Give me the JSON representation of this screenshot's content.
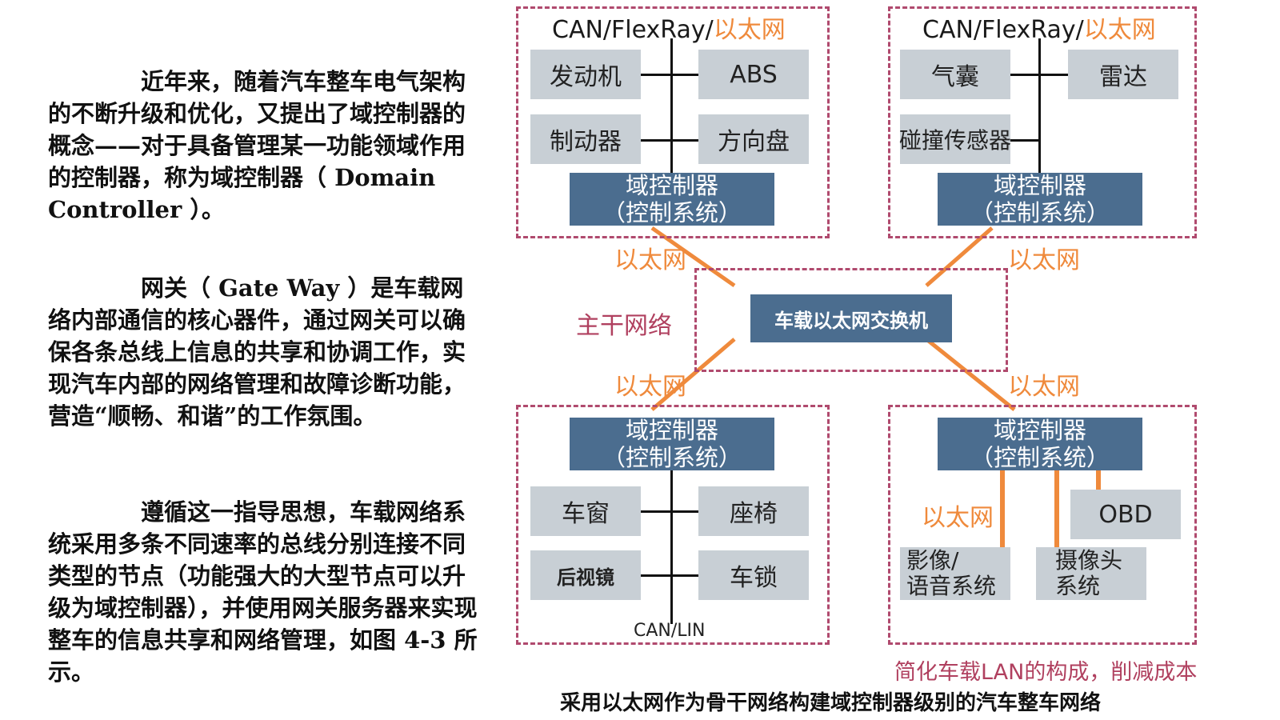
{
  "text": {
    "p1": "近年来，随着汽车整车电气架构的不断升级和优化，又提出了域控制器的概念——对于具备管理某一功能领域作用的控制器，称为域控制器（ Domain Controller ）。",
    "p2": "网关（ Gate Way ）是车载网络内部通信的核心器件，通过网关可以确保各条总线上信息的共享和协调工作，实现汽车内部的网络管理和故障诊断功能，营造“顺畅、和谐”的工作氛围。",
    "p3": "遵循这一指导思想，车载网络系统采用多条不同速率的总线分别连接不同类型的节点（功能强大的大型节点可以升级为域控制器），并使用网关服务器来实现整车的信息共享和网络管理，如图 4-3 所示。"
  },
  "diagram": {
    "bus_prefix": "CAN/FlexRay/",
    "bus_eth": "以太网",
    "controller_line1": "域控制器",
    "controller_line2": "（控制系统）",
    "ethernet_label": "以太网",
    "switch_label": "车载以太网交换机",
    "backbone_label": "主干网络",
    "tl_nodes": [
      "发动机",
      "ABS",
      "制动器",
      "方向盘"
    ],
    "tr_nodes": [
      "气囊",
      "雷达",
      "碰撞传感器"
    ],
    "bl_nodes": [
      "车窗",
      "座椅",
      "后视镜",
      "车锁"
    ],
    "bl_bus": "CAN/LIN",
    "br_nodes": [
      "OBD",
      "影像/\n语音系统",
      "摄像头\n系统"
    ],
    "note": "简化车载LAN的构成，削减成本",
    "caption": "采用以太网作为骨干网络构建域控制器级别的汽车整车网络"
  },
  "colors": {
    "ethernet": "#ef8a3c",
    "controller": "#4b6d8f",
    "node": "#c8cfd5",
    "dashed_border": "#b04a6e",
    "backbone_text": "#b0405f"
  }
}
